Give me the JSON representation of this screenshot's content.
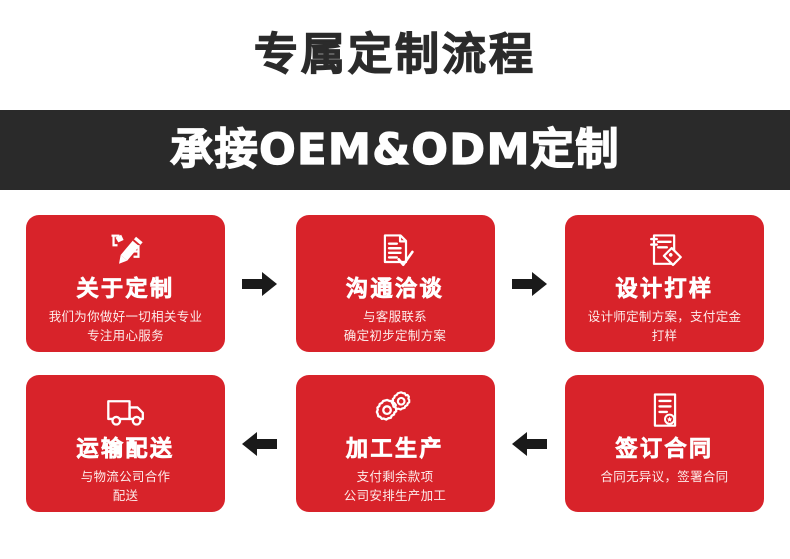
{
  "header": {
    "title": "专属定制流程",
    "banner_text": "承接OEM&ODM定制"
  },
  "colors": {
    "brand_red": "#d8232a",
    "banner_dark": "#2a2a2a",
    "title_dark": "#2b2b2b",
    "card_text": "#ffffff"
  },
  "flow": {
    "rows": [
      {
        "direction": "right",
        "arrow_icon": "arrow-right-icon",
        "cards": [
          {
            "icon": "pencil-edit-icon",
            "title": "关于定制",
            "desc_lines": [
              "我们为你做好一切相关专业",
              "专注用心服务"
            ]
          },
          {
            "icon": "document-check-icon",
            "title": "沟通洽谈",
            "desc_lines": [
              "与客服联系",
              "确定初步定制方案"
            ]
          },
          {
            "icon": "document-tag-icon",
            "title": "设计打样",
            "desc_lines": [
              "设计师定制方案，支付定金",
              "打样"
            ]
          }
        ]
      },
      {
        "direction": "left",
        "arrow_icon": "arrow-left-icon",
        "cards": [
          {
            "icon": "delivery-truck-icon",
            "title": "运输配送",
            "desc_lines": [
              "与物流公司合作",
              "配送"
            ]
          },
          {
            "icon": "gears-icon",
            "title": "加工生产",
            "desc_lines": [
              "支付剩余款项",
              "公司安排生产加工"
            ]
          },
          {
            "icon": "contract-seal-icon",
            "title": "签订合同",
            "desc_lines": [
              "合同无异议，签署合同"
            ]
          }
        ]
      }
    ]
  }
}
